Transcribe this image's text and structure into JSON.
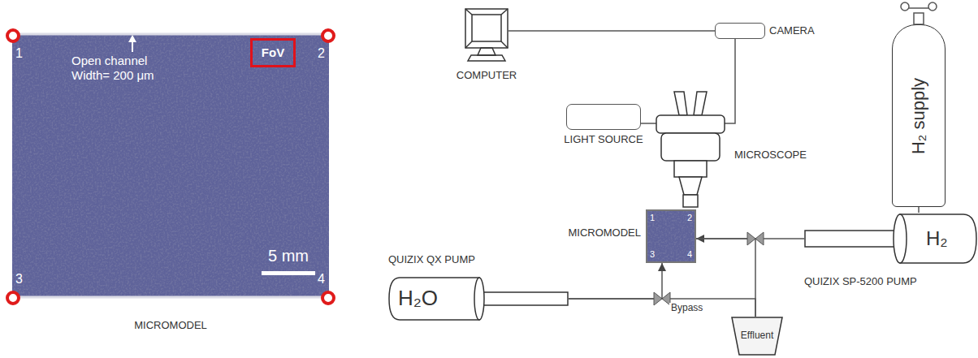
{
  "diagram": {
    "nodes": [
      {
        "text": [
          "MICROMODEL"
        ]
      },
      {
        "text": [
          "FoV"
        ],
        "in": 0
      },
      {
        "text": [
          "COMPUTER"
        ]
      },
      {
        "text": [
          "CAMERA"
        ]
      },
      {
        "text": [
          "LIGHT SOURCE"
        ]
      },
      {
        "text": [
          "MICROSCOPE"
        ]
      },
      {
        "text": [
          "H₂ supply"
        ]
      },
      {
        "text": [
          "H₂",
          "QUIZIX SP-5200 PUMP"
        ]
      },
      {
        "text": [
          "MICROMODEL",
          "1",
          "2",
          "3",
          "4"
        ]
      },
      {
        "text": [
          "H₂O",
          "QUIZIX QX PUMP"
        ]
      },
      {
        "text": [
          "Effluent"
        ]
      }
    ],
    "edges": [
      {
        "from": 2,
        "to": 3,
        "arrow": "none"
      },
      {
        "from": 3,
        "to": 5,
        "arrow": "none"
      },
      {
        "from": 4,
        "to": 5,
        "arrow": "none"
      },
      {
        "from": 6,
        "to": 7,
        "arrow": "none"
      },
      {
        "from": 7,
        "to": 8,
        "arrow": "to"
      },
      {
        "from": 9,
        "to": 8,
        "arrow": "to"
      },
      {
        "from": 9,
        "to": 10,
        "label": "Bypass",
        "arrow": "none"
      },
      {
        "from": 8,
        "to": 10,
        "arrow": "none"
      }
    ],
    "labels": [
      "1",
      "2",
      "3",
      "4",
      "Open channel",
      "Width= 200 μm",
      "5 mm"
    ]
  }
}
